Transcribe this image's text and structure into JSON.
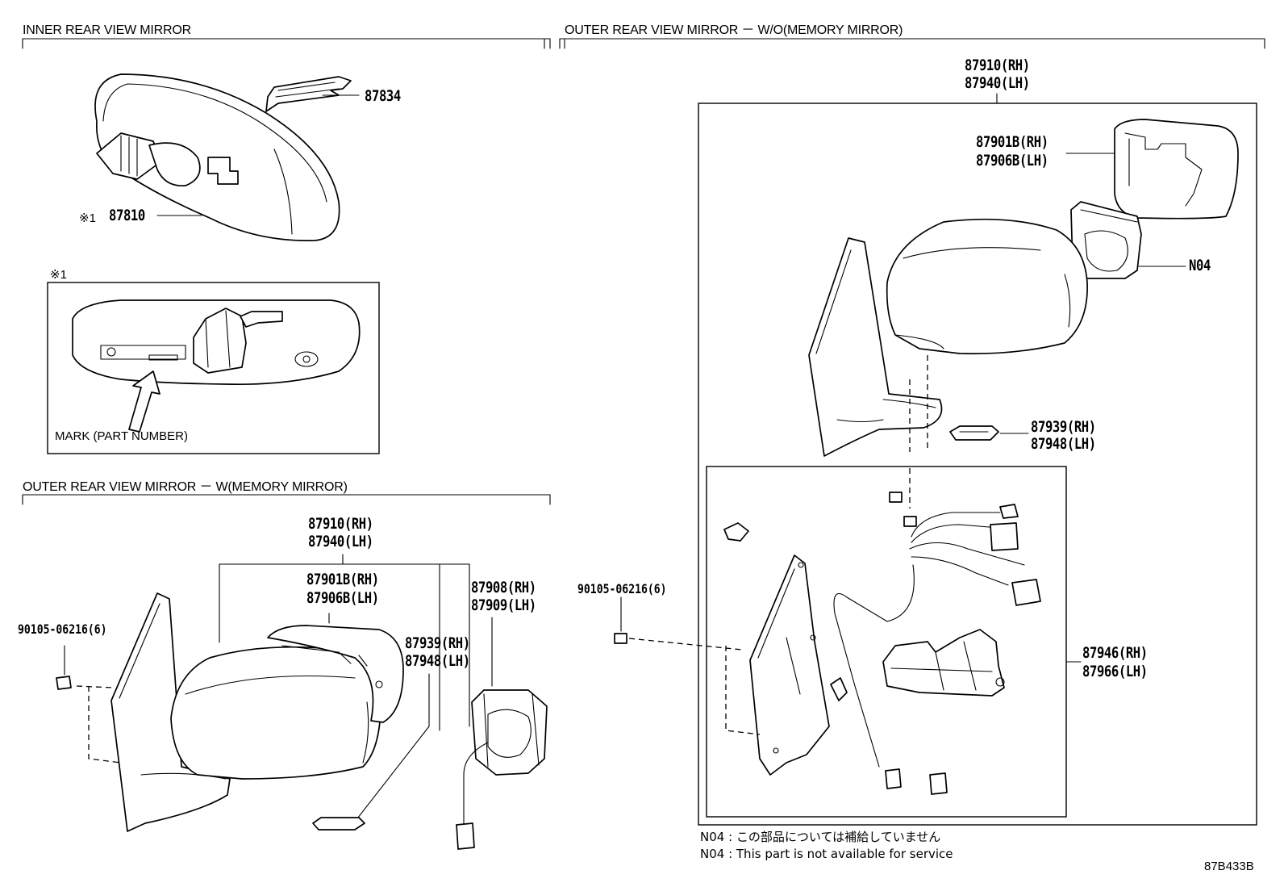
{
  "sections": {
    "inner": "INNER REAR VIEW MIRROR",
    "outer_wo": "OUTER REAR VIEW MIRROR － W/O(MEMORY MIRROR)",
    "outer_w": "OUTER REAR VIEW MIRROR － W(MEMORY MIRROR)"
  },
  "inner_mirror": {
    "bracket_part": "87834",
    "mirror_part": "87810",
    "mirror_mark": "※1",
    "detail_mark": "※1",
    "detail_caption": "MARK (PART NUMBER)"
  },
  "outer_wo": {
    "assy_rh": "87910(RH)",
    "assy_lh": "87940(LH)",
    "glass_rh": "87901B(RH)",
    "glass_lh": "87906B(LH)",
    "motor": "N04",
    "cover_rh": "87939(RH)",
    "cover_lh": "87948(LH)",
    "screw": "90105-06216(6)",
    "frame_rh": "87946(RH)",
    "frame_lh": "87966(LH)"
  },
  "outer_w": {
    "assy_rh": "87910(RH)",
    "assy_lh": "87940(LH)",
    "glass_rh": "87901B(RH)",
    "glass_lh": "87906B(LH)",
    "motor_rh": "87908(RH)",
    "motor_lh": "87909(LH)",
    "cover_rh": "87939(RH)",
    "cover_lh": "87948(LH)",
    "screw": "90105-06216(6)"
  },
  "notes": {
    "line1": "N04 :  この部品については補給していません",
    "line2": "N04 :  This part is not available for service"
  },
  "figure_code": "87B433B"
}
